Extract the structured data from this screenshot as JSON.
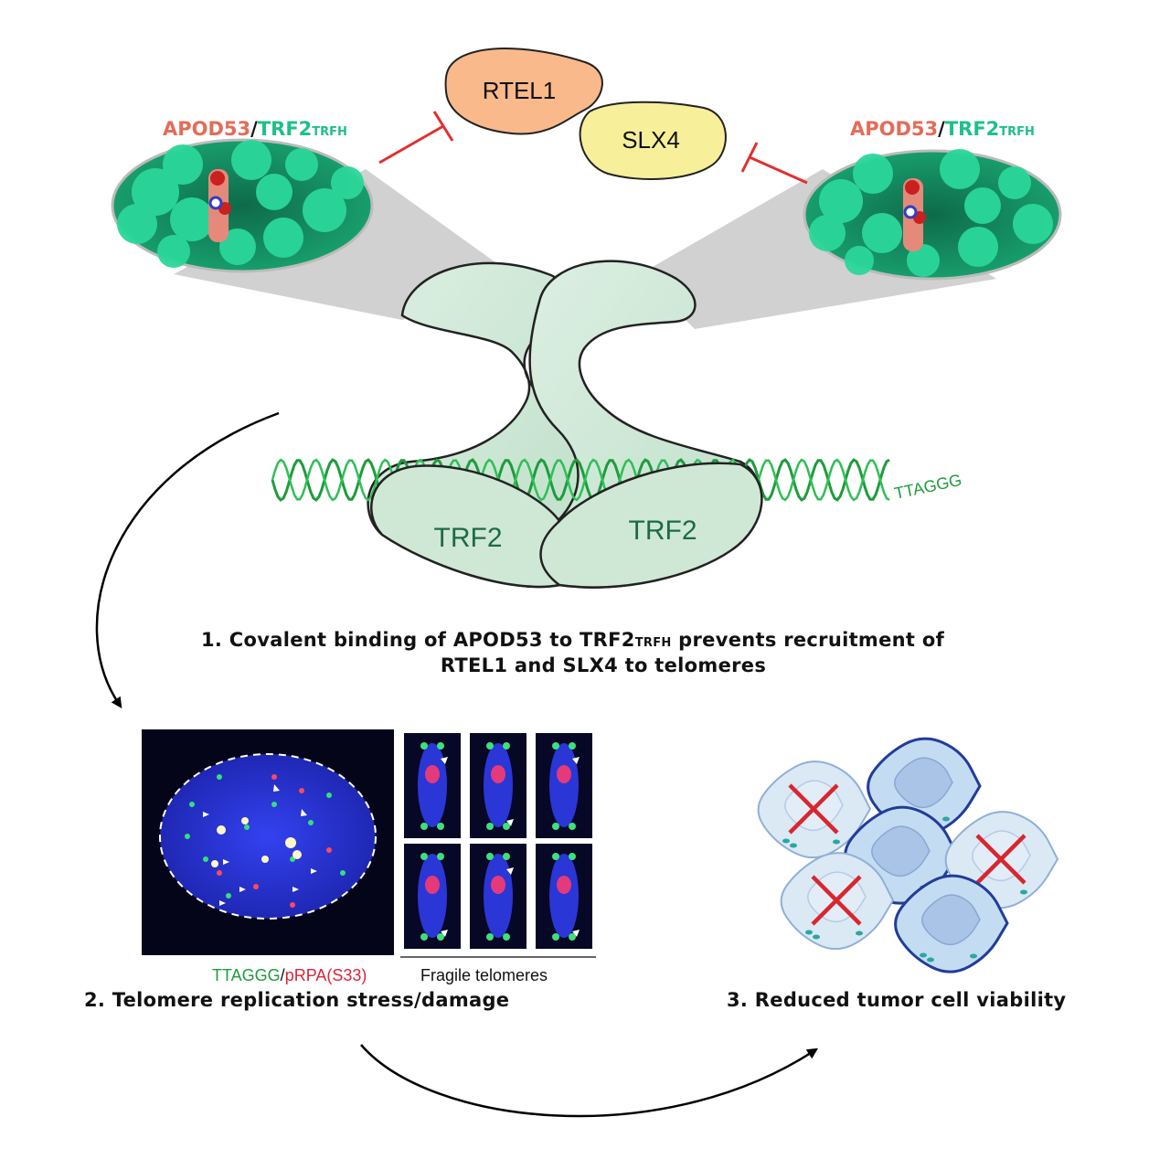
{
  "labels": {
    "rtel1": "RTEL1",
    "slx4": "SLX4",
    "apod53": "APOD53",
    "slash": "/",
    "trf2": "TRF2",
    "trfh": "TRFH",
    "trf2_protein": "TRF2",
    "ttaggg": "TTAGGG",
    "legend_ttaggg": "TTAGGG",
    "legend_prpa": "pRPA(S33)",
    "fragile": "Fragile telomeres"
  },
  "captions": {
    "step1_a": "1. Covalent binding of APOD53 to TRF2",
    "step1_sub": "TRFH",
    "step1_b": " prevents recruitment of",
    "step1_line2": "RTEL1 and SLX4 to telomeres",
    "step2": "2. Telomere replication stress/damage",
    "step3": "3. Reduced tumor cell viability"
  },
  "colors": {
    "apod": "#e36c5a",
    "trf2_teal": "#1fbf88",
    "surface_green": "#2bd79a",
    "trf2_body": "#cfe8d6",
    "inhibit_red": "#e03030",
    "rtel1_fill": "#f9b98a",
    "slx4_fill": "#f7ef9a",
    "dna_green": "#1e9c3c",
    "legend_green": "#1e9c3c",
    "legend_red": "#d8263a",
    "nucleus_blue": "#2a36e6",
    "cell_fill": "#c7dff2",
    "cell_stroke": "#223c9a"
  }
}
